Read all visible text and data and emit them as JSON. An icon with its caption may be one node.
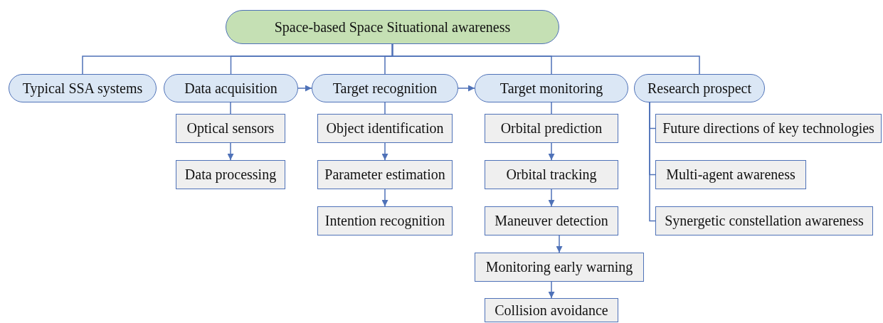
{
  "diagram": {
    "nodes": [
      {
        "text": [
          "Space-based Space Situational awareness"
        ]
      },
      {
        "text": [
          "Typical SSA systems"
        ]
      },
      {
        "text": [
          "Data acquisition"
        ]
      },
      {
        "text": [
          "Target recognition"
        ]
      },
      {
        "text": [
          "Target monitoring"
        ]
      },
      {
        "text": [
          "Research prospect"
        ]
      },
      {
        "text": [
          "Optical sensors"
        ]
      },
      {
        "text": [
          "Data processing"
        ]
      },
      {
        "text": [
          "Object identification"
        ]
      },
      {
        "text": [
          "Parameter estimation"
        ]
      },
      {
        "text": [
          "Intention recognition"
        ]
      },
      {
        "text": [
          "Orbital prediction"
        ]
      },
      {
        "text": [
          "Orbital tracking"
        ]
      },
      {
        "text": [
          "Maneuver detection"
        ]
      },
      {
        "text": [
          "Monitoring early warning"
        ]
      },
      {
        "text": [
          "Collision avoidance"
        ]
      },
      {
        "text": [
          "Future directions of key technologies"
        ]
      },
      {
        "text": [
          "Multi-agent awareness"
        ]
      },
      {
        "text": [
          "Synergetic constellation awareness"
        ]
      }
    ],
    "edges": [
      {
        "from": 0,
        "to": 1,
        "arrow": "none"
      },
      {
        "from": 0,
        "to": 2,
        "arrow": "none"
      },
      {
        "from": 0,
        "to": 3,
        "arrow": "none"
      },
      {
        "from": 0,
        "to": 4,
        "arrow": "none"
      },
      {
        "from": 0,
        "to": 5,
        "arrow": "none"
      },
      {
        "from": 2,
        "to": 3,
        "arrow": "to"
      },
      {
        "from": 3,
        "to": 4,
        "arrow": "to"
      },
      {
        "from": 2,
        "to": 6,
        "arrow": "none"
      },
      {
        "from": 6,
        "to": 7,
        "arrow": "to"
      },
      {
        "from": 3,
        "to": 8,
        "arrow": "none"
      },
      {
        "from": 8,
        "to": 9,
        "arrow": "to"
      },
      {
        "from": 9,
        "to": 10,
        "arrow": "to"
      },
      {
        "from": 4,
        "to": 11,
        "arrow": "none"
      },
      {
        "from": 11,
        "to": 12,
        "arrow": "to"
      },
      {
        "from": 12,
        "to": 13,
        "arrow": "to"
      },
      {
        "from": 13,
        "to": 14,
        "arrow": "to"
      },
      {
        "from": 14,
        "to": 15,
        "arrow": "to"
      },
      {
        "from": 5,
        "to": 16,
        "arrow": "none"
      },
      {
        "from": 5,
        "to": 17,
        "arrow": "none"
      },
      {
        "from": 5,
        "to": 18,
        "arrow": "none"
      }
    ]
  }
}
